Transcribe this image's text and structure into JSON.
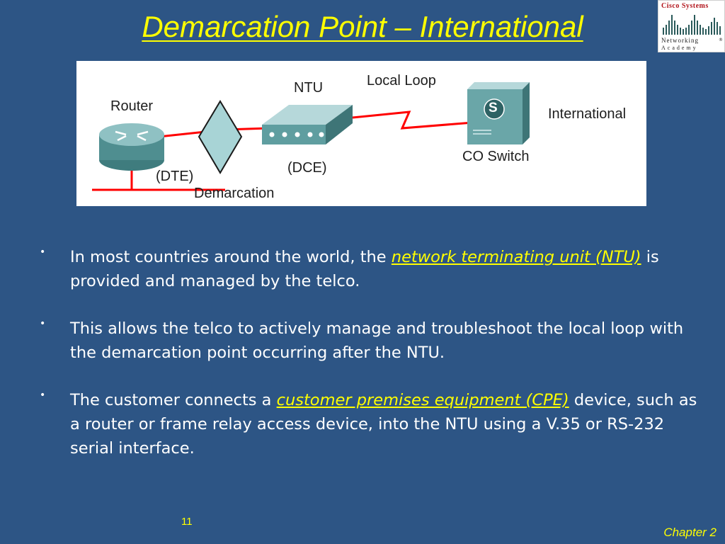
{
  "slide": {
    "title": "Demarcation Point – International",
    "page_number": "11",
    "chapter": "Chapter 2"
  },
  "logo": {
    "brand": "Cisco Systems",
    "line1": "Networking",
    "line2": "Academy",
    "reg": "®"
  },
  "diagram": {
    "labels": {
      "router": "Router",
      "dte": "(DTE)",
      "demarcation": "Demarcation",
      "ntu": "NTU",
      "dce": "(DCE)",
      "local_loop": "Local Loop",
      "co_switch": "CO Switch",
      "international": "International",
      "switch_letter": "S"
    },
    "colors": {
      "link": "#ff0000",
      "device": "#5f9ea0"
    }
  },
  "bullets": [
    {
      "before": "In most countries around the world, the ",
      "highlight": "network terminating unit (NTU)",
      "after": " is provided and managed by the telco."
    },
    {
      "before": "This allows the telco to actively manage and troubleshoot the local loop with the demarcation point occurring after the NTU.",
      "highlight": "",
      "after": ""
    },
    {
      "before": "The customer connects a ",
      "highlight": "customer premises equipment (CPE)",
      "after": " device, such as a router or frame relay access device, into the NTU using a V.35 or RS-232 serial interface."
    }
  ],
  "bullet_marker": "•"
}
